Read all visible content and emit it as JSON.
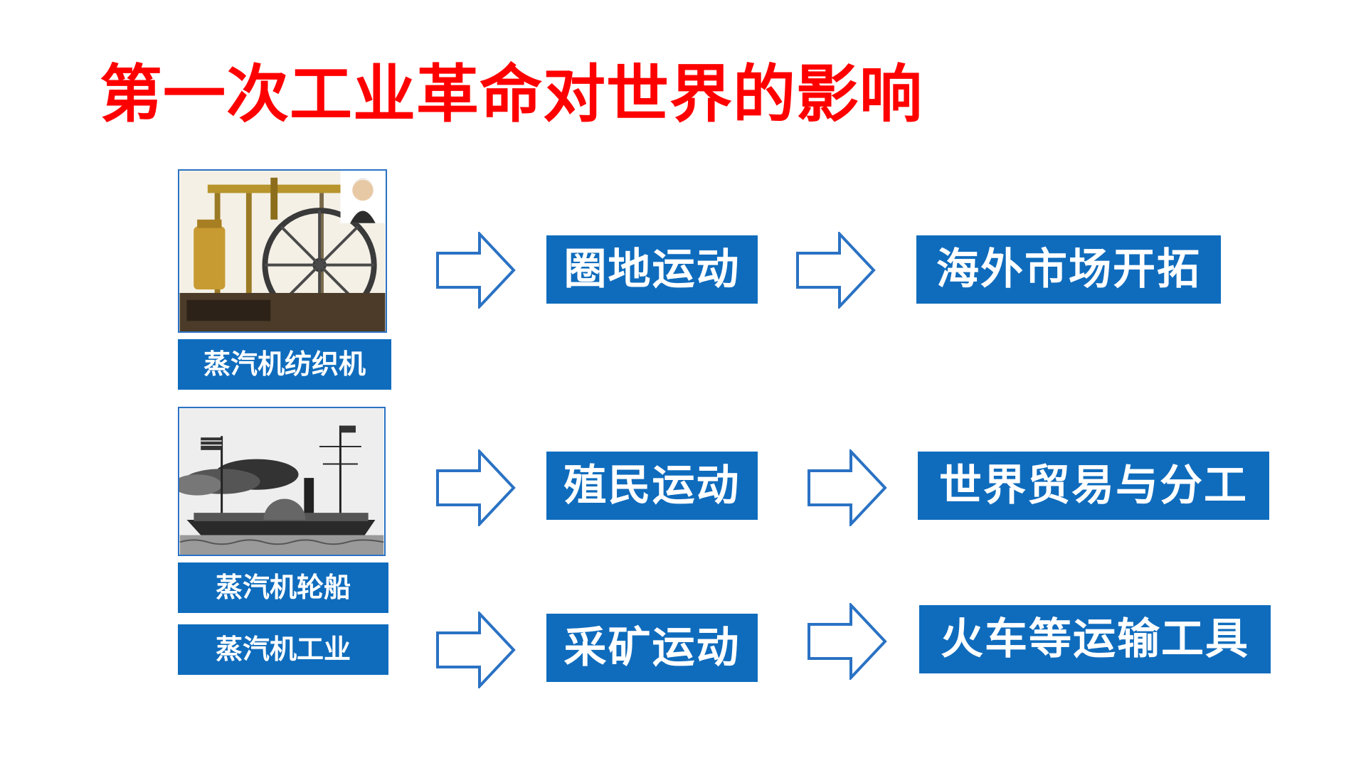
{
  "slide": {
    "title": "第一次工业革命对世界的影响",
    "colors": {
      "title": "#ff0000",
      "box_fill": "#0f6cbd",
      "box_text": "#ffffff",
      "arrow_stroke": "#2a72c4"
    },
    "images": [
      {
        "icon": "steam-engine-illustration"
      },
      {
        "icon": "steamboat-illustration"
      }
    ],
    "captions": [
      "蒸汽机纺织机",
      "蒸汽机轮船",
      "蒸汽机工业"
    ],
    "rows": [
      {
        "middle": "圈地运动",
        "right": "海外市场开拓"
      },
      {
        "middle": "殖民运动",
        "right": "世界贸易与分工"
      },
      {
        "middle": "采矿运动",
        "right": "火车等运输工具"
      }
    ],
    "arrow_icon": "right-arrow-outline-icon"
  }
}
